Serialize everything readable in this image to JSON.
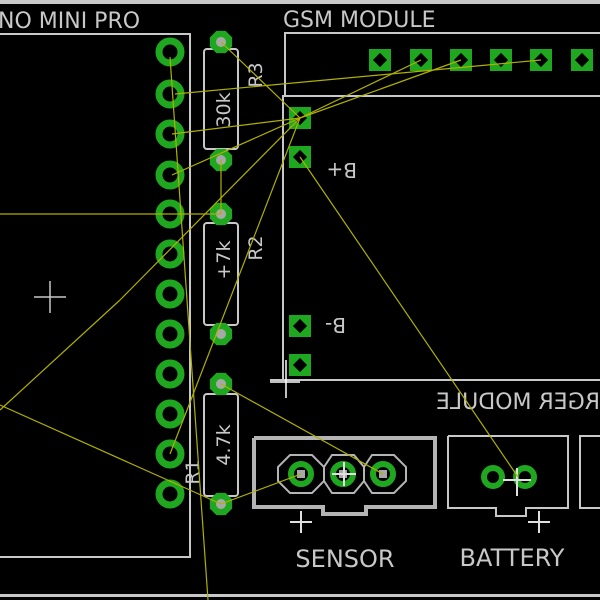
{
  "board": {
    "colors": {
      "background": "#000000",
      "outline": "#c8c8c8",
      "pad": "#1fa81f",
      "drill": "#a8a8a8",
      "airwire": "#b0b000"
    },
    "components": {
      "arduino": {
        "label": "NO MINI PRO"
      },
      "gsm": {
        "label": "GSM MODULE"
      },
      "charger": {
        "label": "RGER MODULE",
        "b_plus": "B+",
        "b_minus": "B-"
      },
      "r3": {
        "name": "R3",
        "value": "30k"
      },
      "r2": {
        "name": "R2",
        "value": "+7k"
      },
      "r1": {
        "name": "R1",
        "value": "4.7k"
      },
      "sensor": {
        "label": "SENSOR"
      },
      "battery": {
        "label": "BATTERY"
      }
    }
  }
}
